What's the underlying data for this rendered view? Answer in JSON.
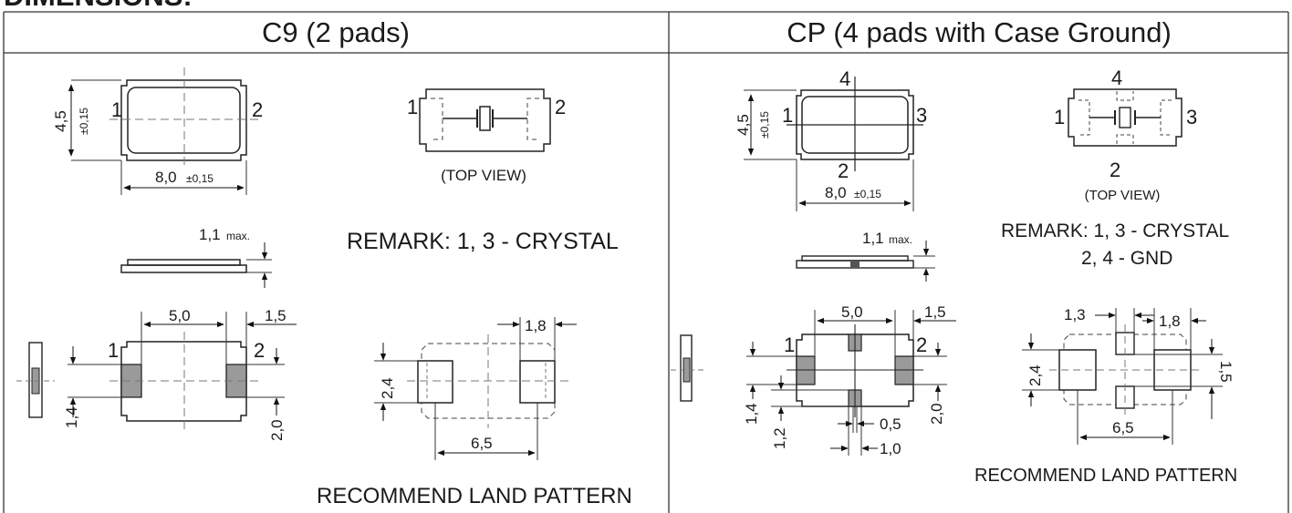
{
  "header_fragment": "DIMENSIONS:",
  "left": {
    "title": "C9 (2 pads)",
    "pin1": "1",
    "pin2": "2",
    "dim_height": "4,5",
    "dim_height_tol": "±0,15",
    "dim_width": "8,0",
    "dim_width_tol": "±0,15",
    "top_view": "(TOP VIEW)",
    "thickness": "1,1",
    "thickness_max": "max.",
    "remark": "REMARK: 1, 3 - CRYSTAL",
    "pad_spacing": "5,0",
    "pad_width": "1,5",
    "pad_height": "1,4",
    "pad_gap": "2,0",
    "land_width": "1,8",
    "land_height": "2,4",
    "land_pitch": "6,5",
    "land_caption": "RECOMMEND LAND PATTERN"
  },
  "right": {
    "title": "CP (4 pads with Case Ground)",
    "pin1": "1",
    "pin2": "2",
    "pin3": "3",
    "pin4": "4",
    "dim_height": "4,5",
    "dim_height_tol": "±0,15",
    "dim_width": "8,0",
    "dim_width_tol": "±0,15",
    "top_view": "(TOP VIEW)",
    "thickness": "1,1",
    "thickness_max": "max.",
    "remark_line1": "REMARK: 1, 3 - CRYSTAL",
    "remark_line2": "2, 4 - GND",
    "pad_spacing": "5,0",
    "pad_width": "1,5",
    "pad_height": "1,4",
    "pad_gap": "2,0",
    "gnd_height": "1,2",
    "gnd_width": "0,5",
    "gnd_gap": "1,0",
    "land_gnd_width": "1,3",
    "land_width": "1,8",
    "land_height": "2,4",
    "land_gnd_height": "1,5",
    "land_pitch": "6,5",
    "land_caption": "RECOMMEND LAND PATTERN"
  }
}
